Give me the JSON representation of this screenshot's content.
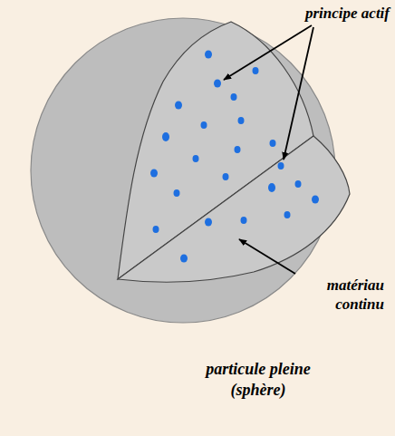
{
  "diagram": {
    "caption": "particule pleine (sphère)",
    "labels": [
      "principe actif",
      "matériau continu"
    ]
  }
}
